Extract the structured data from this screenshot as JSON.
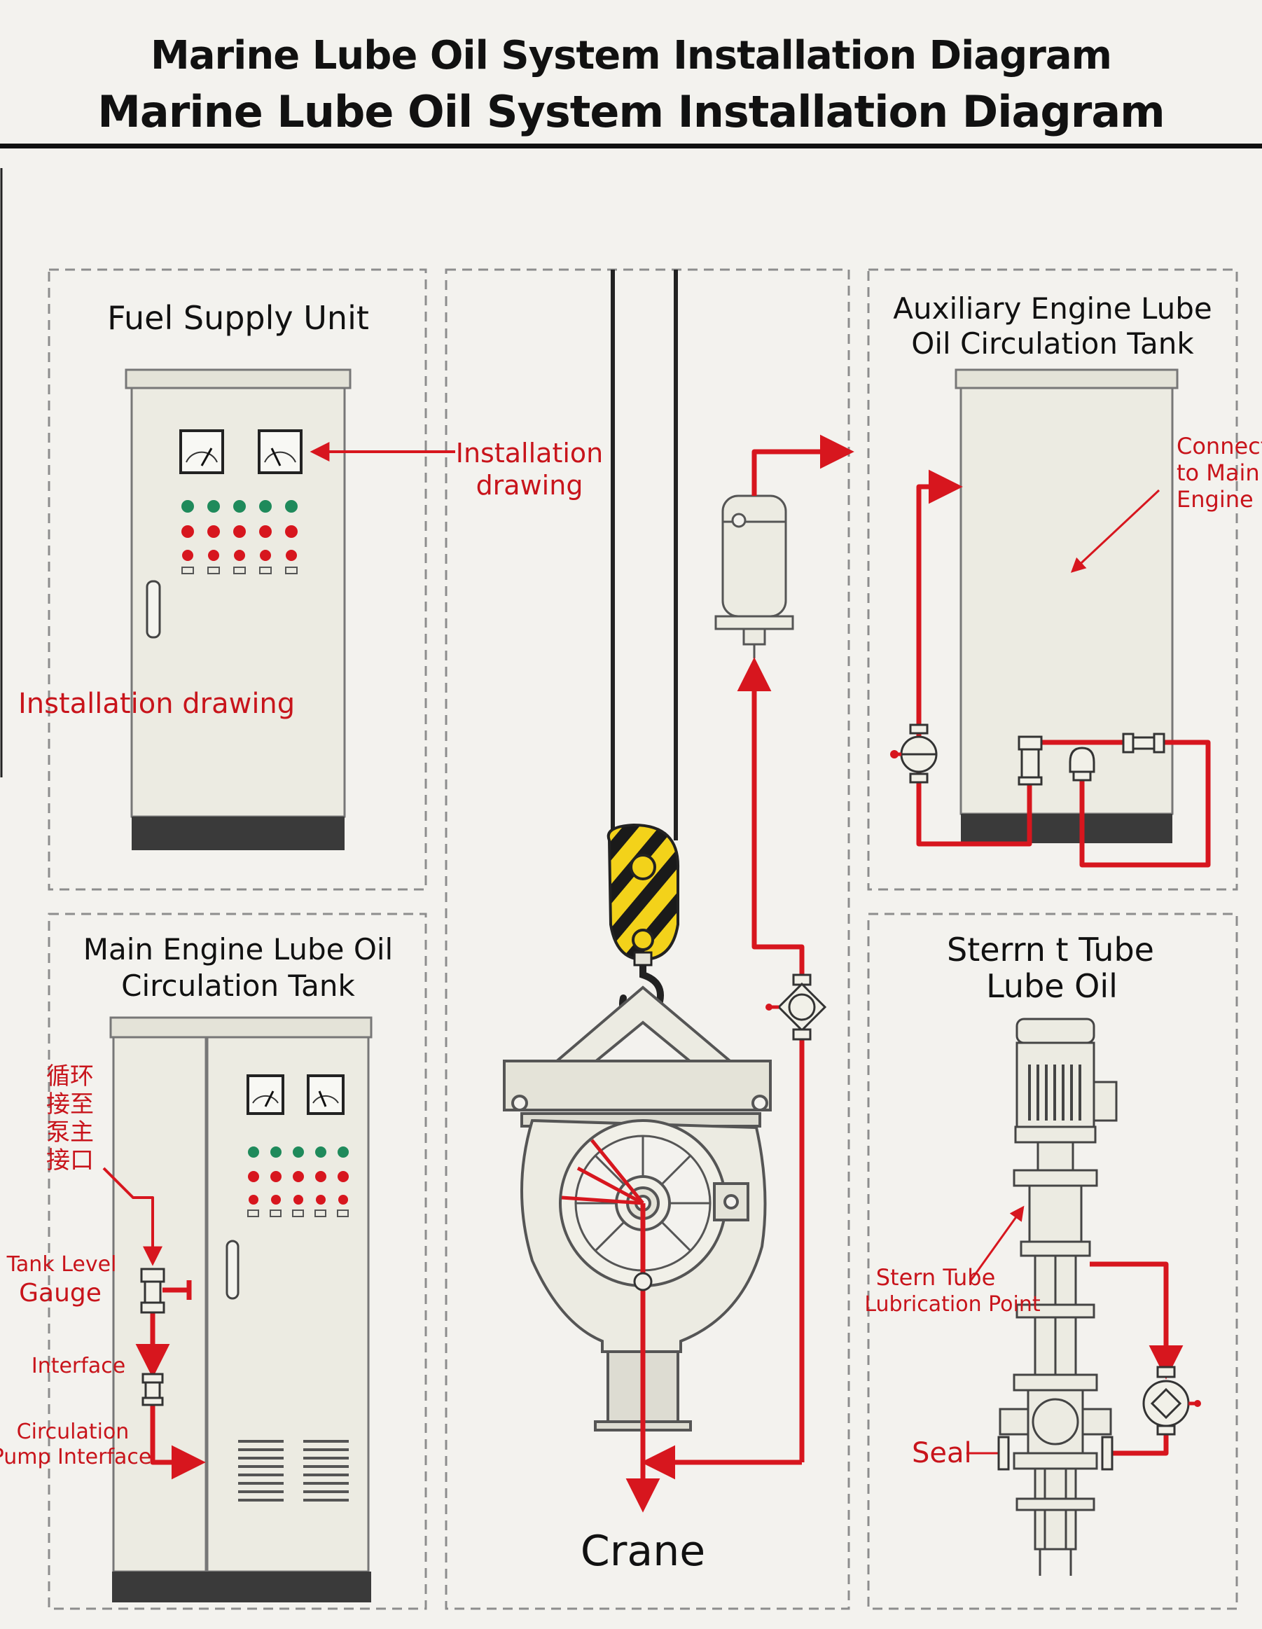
{
  "title": {
    "line1": "Marine Lube Oil System Installation Diagram",
    "line2": "Marine Lube Oil System Installation Diagram"
  },
  "panels": {
    "fuel_supply": {
      "heading": "Fuel Supply Unit",
      "install_label": "Installation drawing"
    },
    "crane": {
      "install_label_line1": "Installation",
      "install_label_line2": "drawing",
      "caption": "Crane"
    },
    "aux_tank": {
      "heading_line1": "Auxiliary Engine Lube",
      "heading_line2": "Oil Circulation Tank",
      "connect_line1": "Connect",
      "connect_line2": "to Main",
      "connect_line3": "Engine"
    },
    "main_tank": {
      "heading_line1": "Main Engine Lube Oil",
      "heading_line2": "Circulation Tank",
      "cjk_line1": "循环",
      "cjk_line2": "接至",
      "cjk_line3": "泵主",
      "cjk_line4": "接口",
      "level_line1": "Tank Level",
      "level_line2": "Gauge",
      "interface": "Interface",
      "pump_line1": "Circulation",
      "pump_line2": "Pump Interface"
    },
    "stern_tube": {
      "heading_line1": "Sterrn t Tube",
      "heading_line2": "Lube Oil",
      "lube_line1": "Stern Tube",
      "lube_line2": "Lubrication Point",
      "seal": "Seal"
    }
  },
  "colors": {
    "pipe_red": "#d7161e",
    "label_red": "#c8141b",
    "cabinet_fill": "#ecebe2",
    "cabinet_base": "#3a3a3a",
    "hook_yellow": "#f3d21a",
    "indicator_green": "#1f8a5b"
  }
}
